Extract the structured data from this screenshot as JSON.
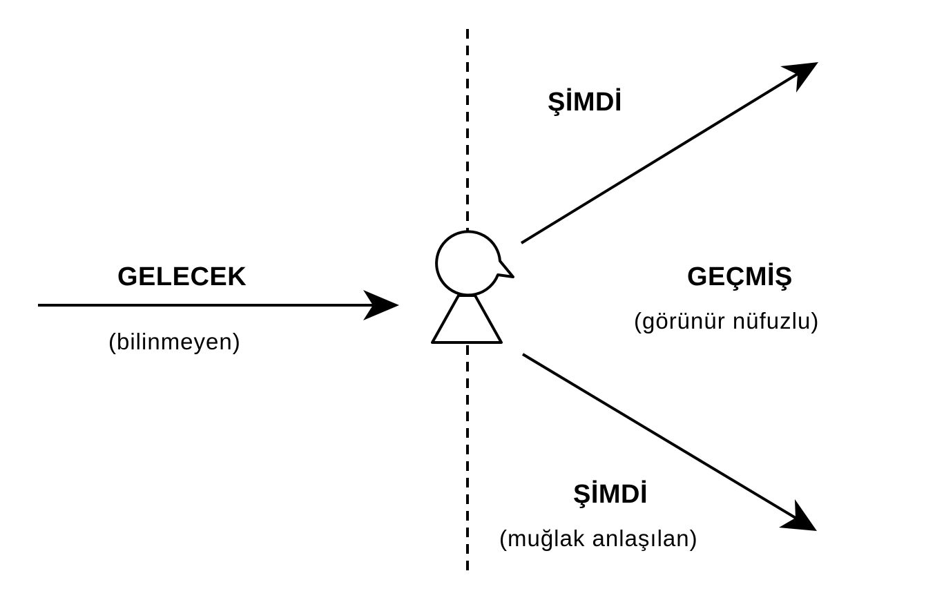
{
  "diagram": {
    "future": {
      "title": "GELECEK",
      "subtitle": "(bilinmeyen)"
    },
    "now_top": {
      "title": "ŞİMDİ"
    },
    "past": {
      "title": "GEÇMİŞ",
      "subtitle": "(görünür nüfuzlu)"
    },
    "now_bottom": {
      "title": "ŞİMDİ",
      "subtitle": "(muğlak anlaşılan)"
    }
  },
  "colors": {
    "ink": "#000000",
    "background": "#ffffff"
  },
  "icons": [
    "person-icon",
    "arrow-right-icon",
    "arrow-up-right-icon",
    "arrow-down-right-icon"
  ]
}
